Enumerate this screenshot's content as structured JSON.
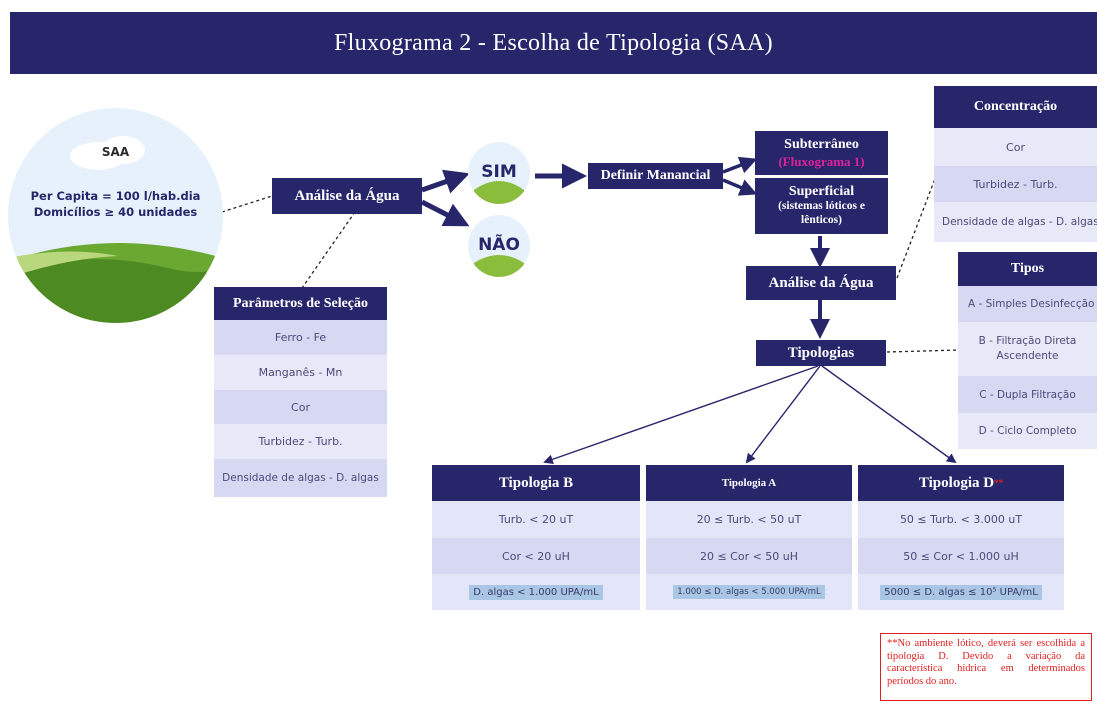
{
  "title": "Fluxograma 2 -  Escolha de Tipologia (SAA)",
  "saa": {
    "label": "SAA",
    "line1": "Per Capita = 100 l/hab.dia",
    "line2": "Domicílios ≥ 40 unidades"
  },
  "analise1": "Análise da Água",
  "sim": "SIM",
  "nao": "NÃO",
  "definir": "Definir Manancial",
  "subterraneo": {
    "title": "Subterrâneo",
    "sub": "(Fluxograma 1)"
  },
  "superficial": {
    "title": "Superficial",
    "sub": "(sistemas lóticos e lênticos)"
  },
  "analise2": "Análise da Água",
  "tipologias": "Tipologias",
  "parametros": {
    "title": "Parâmetros de Seleção",
    "items": [
      "Ferro - Fe",
      "Manganês - Mn",
      "Cor",
      "Turbidez - Turb.",
      "Densidade de algas - D. algas"
    ]
  },
  "concentracao": {
    "title": "Concentração",
    "items": [
      "Cor",
      "Turbidez - Turb.",
      "Densidade de algas - D. algas"
    ]
  },
  "tipos": {
    "title": "Tipos",
    "items": [
      "A - Simples Desinfecção",
      "B - Filtração Direta Ascendente",
      "C - Dupla Filtração",
      "D - Ciclo Completo"
    ]
  },
  "tipB": {
    "title": "Tipologia B",
    "rows": [
      "Turb. < 20 uT",
      "Cor < 20 uH",
      "D. algas < 1.000 UPA/mL"
    ]
  },
  "tipA": {
    "title": "Tipologia A",
    "rows": [
      "20 ≤ Turb. < 50 uT",
      "20 ≤ Cor < 50 uH",
      "1.000 ≤ D. algas < 5.000 UPA/mL"
    ]
  },
  "tipD": {
    "title": "Tipologia D",
    "mark": "**",
    "rows": [
      "50 ≤ Turb. < 3.000 uT",
      "50 ≤ Cor < 1.000 uH",
      "5000 ≤ D. algas ≤ 10⁵ UPA/mL"
    ]
  },
  "note": "**No ambiente lótico, deverá ser escolhida a tipologia D. Devido a variação da característica hídrica em determinados períodos do ano.",
  "colors": {
    "navy": "#27266b",
    "magenta": "#e0209a",
    "red": "#e02020",
    "green": "#8bbd3c"
  }
}
